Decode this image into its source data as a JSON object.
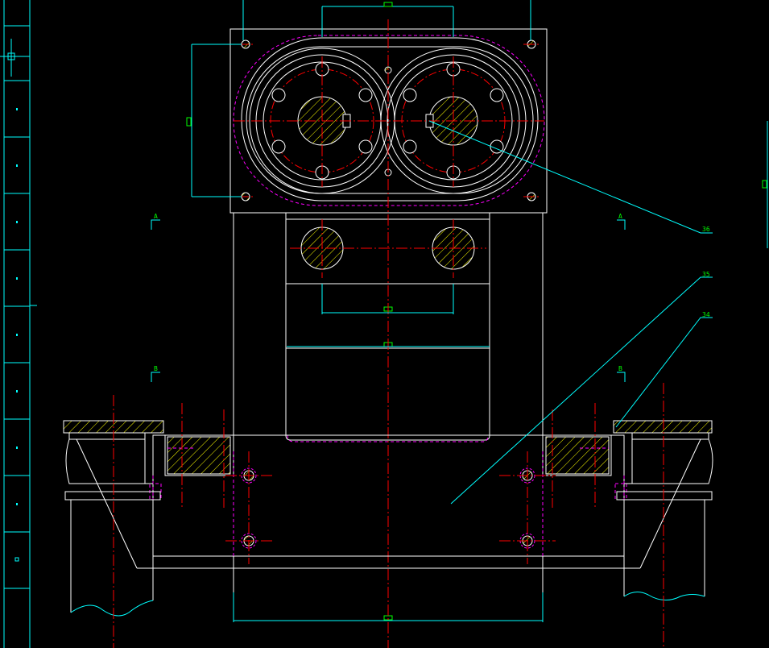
{
  "drawing": {
    "callouts": {
      "part_36": "36",
      "part_35": "35",
      "part_34": "34"
    },
    "section_markers": {
      "a_left": "A",
      "a_right": "A",
      "b_left": "B",
      "b_right": "B"
    }
  },
  "colors": {
    "background": "#000000",
    "outline": "#FFFFFF",
    "centerline": "#FF0000",
    "dimension": "#00FFFF",
    "hidden": "#FF00FF",
    "hatch": "#FFFF00",
    "text": "#00FF00"
  },
  "left_toolbar": {
    "item_count": 11
  }
}
